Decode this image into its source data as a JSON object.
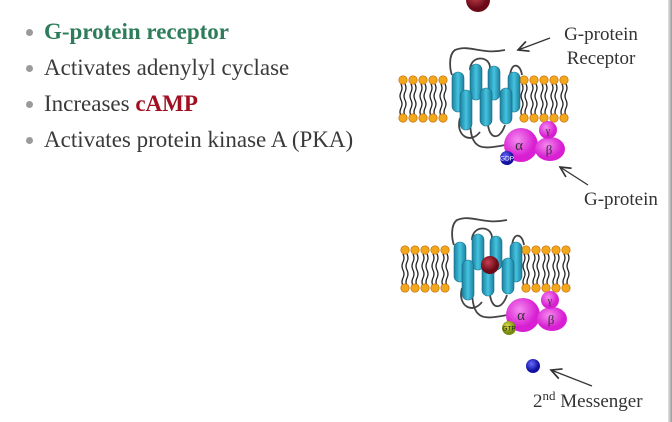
{
  "bullets": [
    {
      "text": "G-protein receptor"
    },
    {
      "text": "Activates adenylyl cyclase"
    },
    {
      "prefix": "Increases ",
      "highlight": "cAMP"
    },
    {
      "text": "Activates protein kinase A (PKA)"
    }
  ],
  "labels": {
    "receptor_line1": "G-protein",
    "receptor_line2": "Receptor",
    "gprotein": "G-protein",
    "messenger_base": "2",
    "messenger_sup": "nd",
    "messenger_rest": " Messenger"
  },
  "subunits": {
    "alpha": "α",
    "beta": "β",
    "gamma": "γ",
    "gdp": "GDP",
    "gtp": "GTP"
  },
  "colors": {
    "accent_green": "#2e7d5a",
    "accent_red": "#a01020",
    "helix": "#2aa3c0",
    "gprotein": "#e62ee0",
    "lipid_head": "#f2a81d"
  }
}
